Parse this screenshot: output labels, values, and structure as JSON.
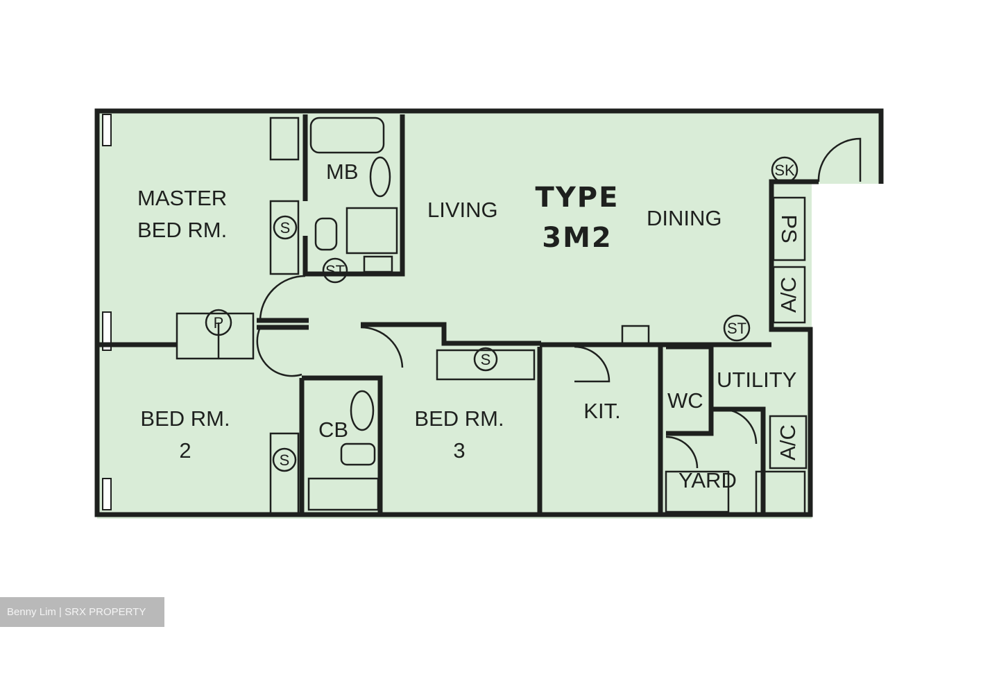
{
  "plan": {
    "title_line1": "TYPE",
    "title_line2": "3M2",
    "fill_color": "#d9ecd7",
    "wall_color": "#1e201e",
    "rooms": {
      "master_line1": "MASTER",
      "master_line2": "BED RM.",
      "mb": "MB",
      "living": "LIVING",
      "dining": "DINING",
      "bed2_line1": "BED RM.",
      "bed2_line2": "2",
      "cb": "CB",
      "bed3_line1": "BED RM.",
      "bed3_line2": "3",
      "kit": "KIT.",
      "wc": "WC",
      "utility": "UTILITY",
      "yard": "YARD",
      "ps": "PS",
      "ac1": "A/C",
      "ac2": "A/C"
    },
    "symbols": {
      "s": "S",
      "st": "ST",
      "p": "P",
      "sk": "SK"
    }
  },
  "watermark": "Benny Lim | SRX PROPERTY"
}
